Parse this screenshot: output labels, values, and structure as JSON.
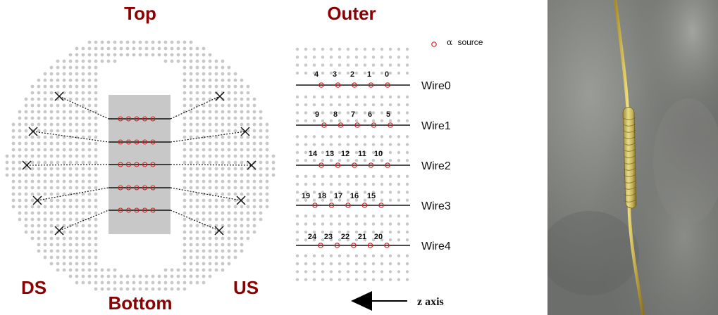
{
  "cross_section": {
    "label_top": "Top",
    "label_bottom": "Bottom",
    "label_ds": "DS",
    "label_us": "US"
  },
  "wire_layout": {
    "title": "Outer",
    "legend_symbol": "α",
    "legend_text": "source",
    "axis_label": "z axis",
    "wires": [
      {
        "label": "Wire0",
        "sources": [
          "4",
          "3",
          "2",
          "1",
          "0"
        ]
      },
      {
        "label": "Wire1",
        "sources": [
          "9",
          "8",
          "7",
          "6",
          "5"
        ]
      },
      {
        "label": "Wire2",
        "sources": [
          "14",
          "13",
          "12",
          "11",
          "10"
        ]
      },
      {
        "label": "Wire3",
        "sources": [
          "19",
          "18",
          "17",
          "16",
          "15"
        ]
      },
      {
        "label": "Wire4",
        "sources": [
          "24",
          "23",
          "22",
          "21",
          "20"
        ]
      }
    ]
  },
  "colors": {
    "label_red": "#8b0000",
    "source_marker": "#d42020",
    "hole_dot": "#c8c8c8",
    "target_box": "#c8c8c8"
  }
}
